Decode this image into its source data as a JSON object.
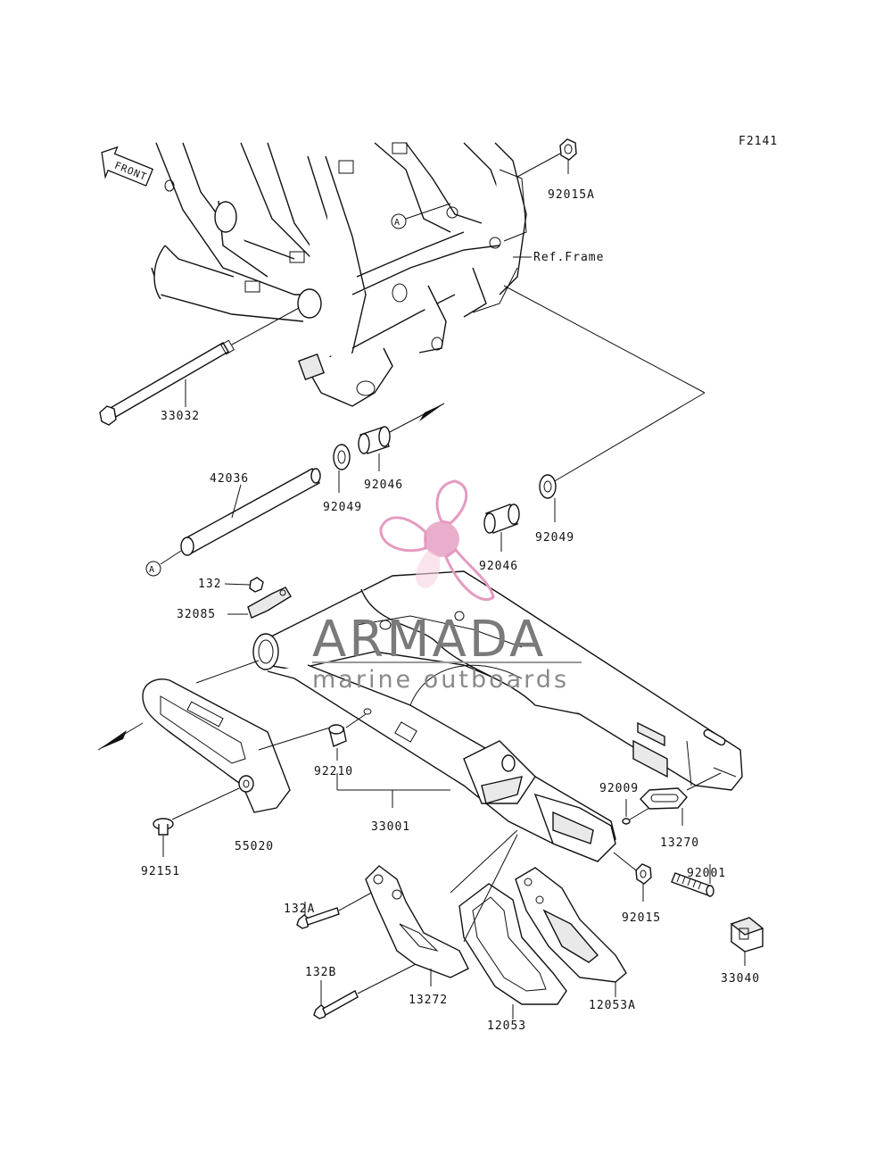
{
  "diagram": {
    "code": "F2141",
    "front_label": "FRONT",
    "ref_label": "Ref.Frame",
    "circle_marker": "A",
    "watermark": {
      "brand": "ARMADA",
      "tagline": "marine outboards",
      "color": "#e59ac0"
    },
    "parts": [
      {
        "id": "92015A"
      },
      {
        "id": "33032"
      },
      {
        "id": "42036"
      },
      {
        "id": "92049"
      },
      {
        "id": "92046"
      },
      {
        "id": "92046"
      },
      {
        "id": "92049"
      },
      {
        "id": "132"
      },
      {
        "id": "32085"
      },
      {
        "id": "92210"
      },
      {
        "id": "33001"
      },
      {
        "id": "55020"
      },
      {
        "id": "92151"
      },
      {
        "id": "92009"
      },
      {
        "id": "13270"
      },
      {
        "id": "92001"
      },
      {
        "id": "92015"
      },
      {
        "id": "33040"
      },
      {
        "id": "132A"
      },
      {
        "id": "132B"
      },
      {
        "id": "13272"
      },
      {
        "id": "12053"
      },
      {
        "id": "12053A"
      }
    ]
  }
}
